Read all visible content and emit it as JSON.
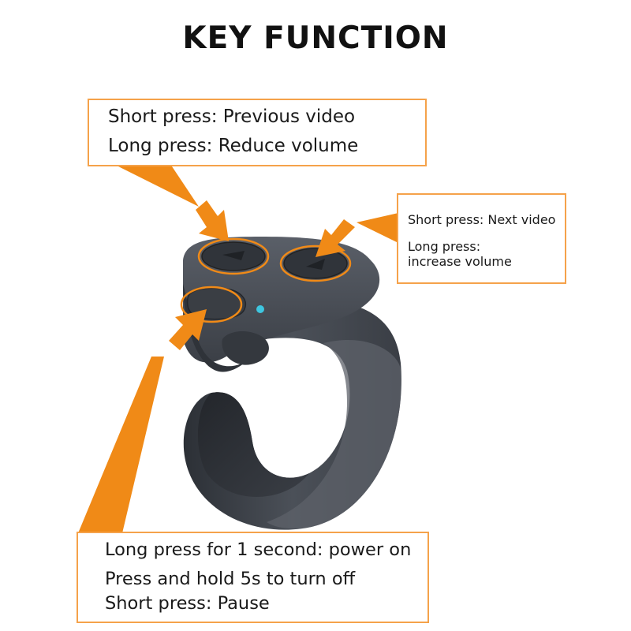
{
  "title": "KEY FUNCTION",
  "callouts": {
    "top": {
      "line1": "Short press: Previous video",
      "line2": "Long press: Reduce volume"
    },
    "right": {
      "line1": "Short press: Next video",
      "line2": "Long press:",
      "line3": "increase volume"
    },
    "bottom": {
      "line1": "Long press for 1 second: power on",
      "line2": "Press and hold 5s to turn off",
      "line3": "Short press: Pause"
    }
  },
  "colors": {
    "accent": "#f08a17",
    "box_border": "#f5a24a",
    "device_body": "#4a4f57",
    "indicator_light": "#3ec6e0"
  }
}
